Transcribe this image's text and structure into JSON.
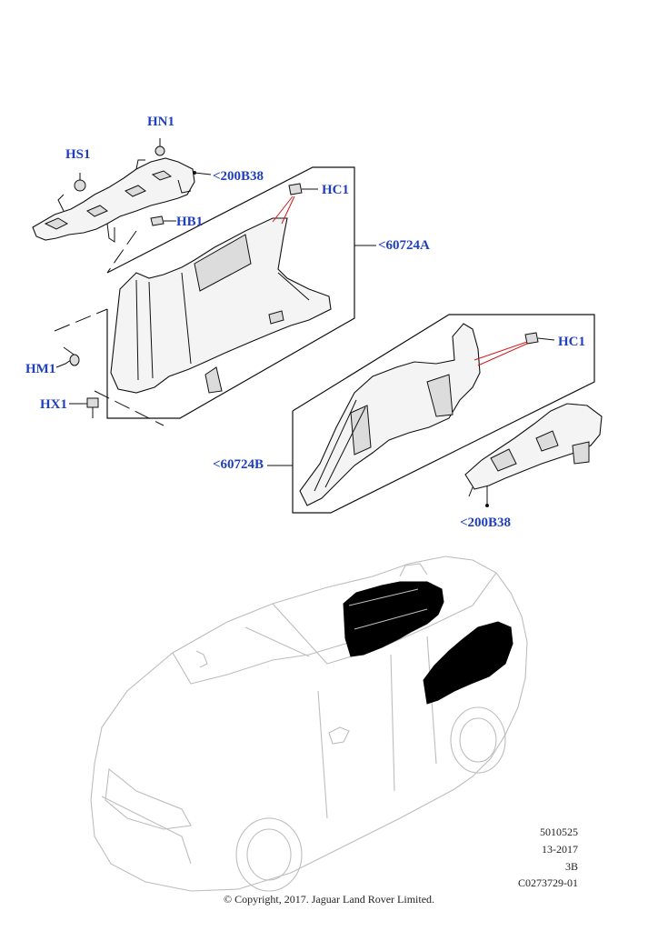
{
  "callouts": {
    "hn1": "HN1",
    "hs1": "HS1",
    "b38_top": "<200B38",
    "hc1_top": "HC1",
    "hb1": "HB1",
    "p60724a": "<60724A",
    "hm1": "HM1",
    "hx1": "HX1",
    "hc1_right": "HC1",
    "p60724b": "<60724B",
    "b38_bottom": "<200B38"
  },
  "meta": {
    "code1": "5010525",
    "code2": "13-2017",
    "code3": "3B",
    "code4": "C0273729-01"
  },
  "copyright": "© Copyright, 2017. Jaguar Land Rover Limited.",
  "colors": {
    "callout": "#1f3fbf",
    "leader_red": "#d01818",
    "line": "#111111",
    "car_outline": "#bdbdbd"
  }
}
